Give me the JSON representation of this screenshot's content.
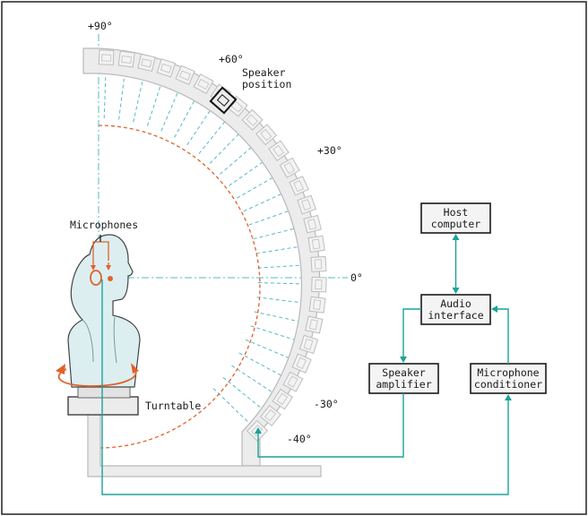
{
  "labels": {
    "plus90": "+90°",
    "plus60": "+60°",
    "speaker_position": [
      "Speaker",
      "position"
    ],
    "plus30": "+30°",
    "zero": "0°",
    "minus30": "-30°",
    "minus40": "-40°",
    "microphones": "Microphones",
    "turntable": "Turntable"
  },
  "blocks": {
    "host_computer": [
      "Host",
      "computer"
    ],
    "audio_interface": [
      "Audio",
      "interface"
    ],
    "speaker_amplifier": [
      "Speaker",
      "amplifier"
    ],
    "microphone_conditioner": [
      "Microphone",
      "conditioner"
    ]
  },
  "colors": {
    "signal": "#1aa39a",
    "ray": "#56b8c9",
    "microphone_accent": "#e0622b",
    "frame": "#b9b9b9"
  },
  "icons": {
    "rotation": "turntable-rotation-arrow-icon",
    "head": "dummy-head-icon",
    "speaker": "speaker-icon"
  }
}
